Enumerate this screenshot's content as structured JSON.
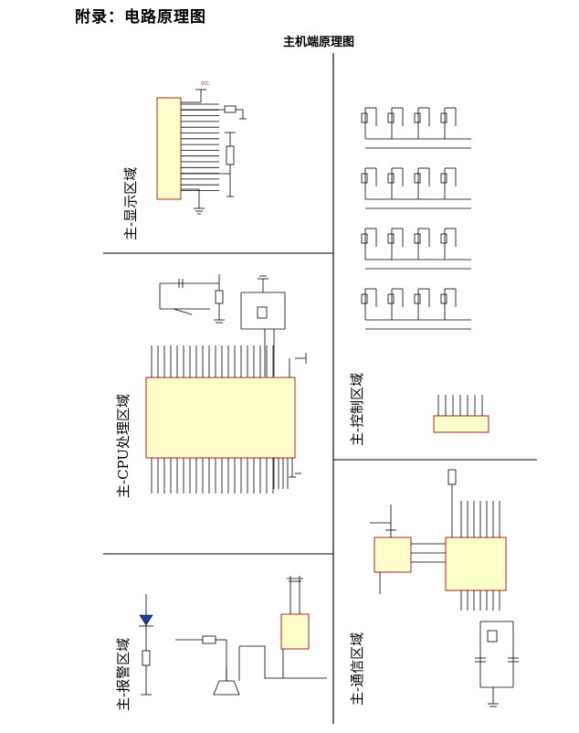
{
  "header": {
    "title": "附录：电路原理图",
    "subtitle": "主机端原理图"
  },
  "regions": {
    "display": "主-显示区域",
    "cpu": "主-CPU处理区域",
    "alarm": "主-报警区域",
    "control": "主-控制区域",
    "comm": "主-通信区域"
  },
  "colors": {
    "chip_fill": "#ffffcc",
    "chip_border": "#b22222",
    "wire": "#000000",
    "led": "#1f3fa0"
  }
}
